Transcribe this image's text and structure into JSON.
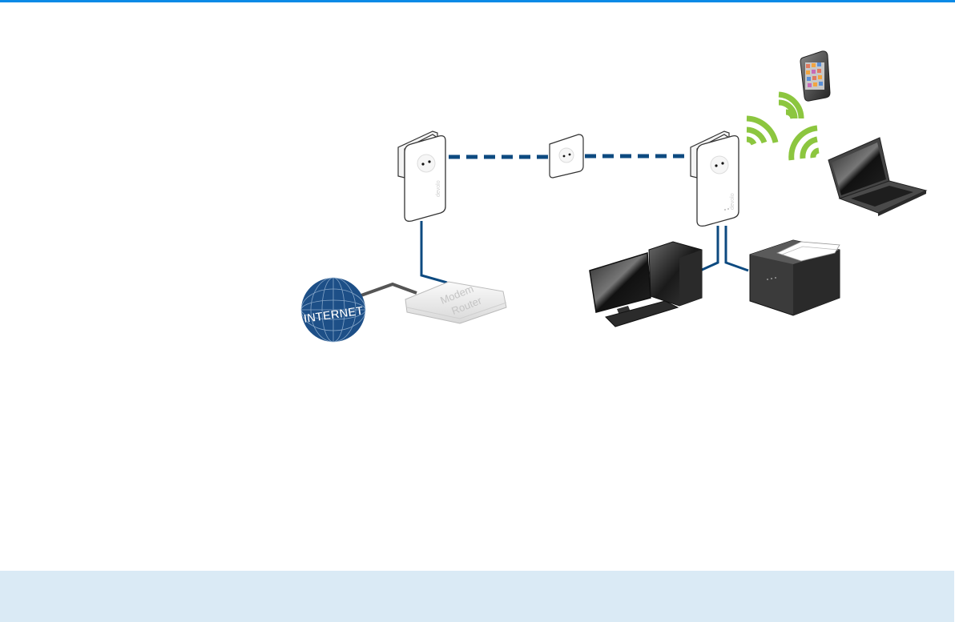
{
  "page": {
    "accent_color": "#0a8ae6",
    "footer_band_color": "#daeaf5"
  },
  "diagram": {
    "title": "devolo dLAN network overview",
    "internet": {
      "label": "INTERNET",
      "color": "#1d4f87",
      "icon": "globe-icon"
    },
    "router": {
      "line1": "Modem",
      "line2": "Router",
      "icon": "router-icon"
    },
    "adapter_left": {
      "brand": "devolo",
      "icon": "powerline-adapter-icon"
    },
    "wall_socket": {
      "icon": "wall-socket-icon"
    },
    "adapter_right": {
      "brand": "devolo",
      "icon": "powerline-wifi-adapter-icon"
    },
    "devices": [
      {
        "name": "Smartphone",
        "icon": "smartphone-icon"
      },
      {
        "name": "Laptop",
        "icon": "laptop-icon"
      },
      {
        "name": "Desktop PC",
        "icon": "desktop-pc-icon"
      },
      {
        "name": "Printer",
        "icon": "printer-icon"
      }
    ],
    "colors": {
      "cable": "#0d4a80",
      "powerline": "#0d4a80",
      "wifi": "#8cc63f",
      "internet_cable": "#555555"
    }
  }
}
